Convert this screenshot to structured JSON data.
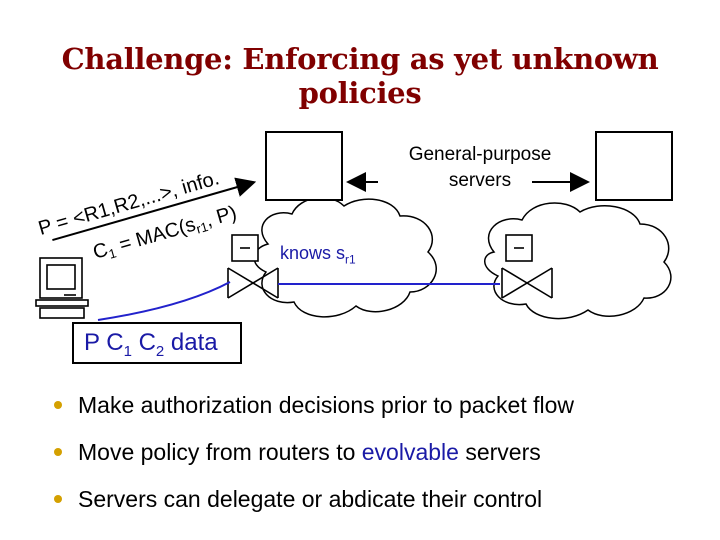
{
  "title": "Challenge: Enforcing as yet unknown policies",
  "diagram": {
    "policy_label": "P = <R1,R2,...>, info.",
    "mac_label_prefix": "C",
    "mac_label_sub1": "1",
    "mac_label_mid": " = MAC(s",
    "mac_label_sub2": "r1",
    "mac_label_suffix": ", P)",
    "servers_label": "General-purpose servers",
    "knows_label": "knows s",
    "knows_sub": "r1",
    "packet": {
      "p": "P C",
      "c1_sub": "1",
      "c2": " C",
      "c2_sub": "2",
      "data": " data"
    }
  },
  "bullets": [
    {
      "pre": "Make authorization decisions prior to packet flow",
      "highlight": "",
      "post": ""
    },
    {
      "pre": "Move policy from routers to ",
      "highlight": "evolvable",
      "post": " servers"
    },
    {
      "pre": "Servers can delegate or abdicate their control",
      "highlight": "",
      "post": ""
    }
  ],
  "colors": {
    "title": "#800000",
    "highlight": "#1a1aa6",
    "bullet": "#d4a000",
    "link": "#2222cc"
  }
}
